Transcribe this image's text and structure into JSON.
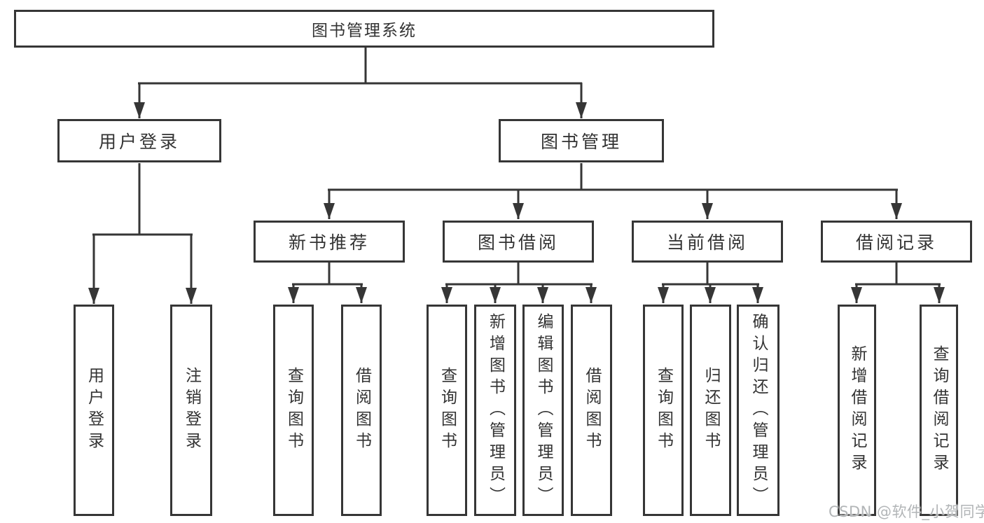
{
  "diagram": {
    "root": {
      "label": "图书管理系统"
    },
    "branches": [
      {
        "label": "用户登录",
        "children": [
          {
            "label": "用户登录"
          },
          {
            "label": "注销登录"
          }
        ]
      },
      {
        "label": "图书管理",
        "children": [
          {
            "label": "新书推荐",
            "children": [
              {
                "label": "查询图书"
              },
              {
                "label": "借阅图书"
              }
            ]
          },
          {
            "label": "图书借阅",
            "children": [
              {
                "label": "查询图书"
              },
              {
                "label": "新增图书（管理员）"
              },
              {
                "label": "编辑图书（管理员）"
              },
              {
                "label": "借阅图书"
              }
            ]
          },
          {
            "label": "当前借阅",
            "children": [
              {
                "label": "查询图书"
              },
              {
                "label": "归还图书"
              },
              {
                "label": "确认归还（管理员）"
              }
            ]
          },
          {
            "label": "借阅记录",
            "children": [
              {
                "label": "新增借阅记录"
              },
              {
                "label": "查询借阅记录"
              }
            ]
          }
        ]
      }
    ],
    "watermark": "CSDN @软件_小贺同学",
    "colors": {
      "line": "#363636",
      "text": "#333333",
      "watermark": "#b2b5b7",
      "background": "#ffffff"
    }
  }
}
